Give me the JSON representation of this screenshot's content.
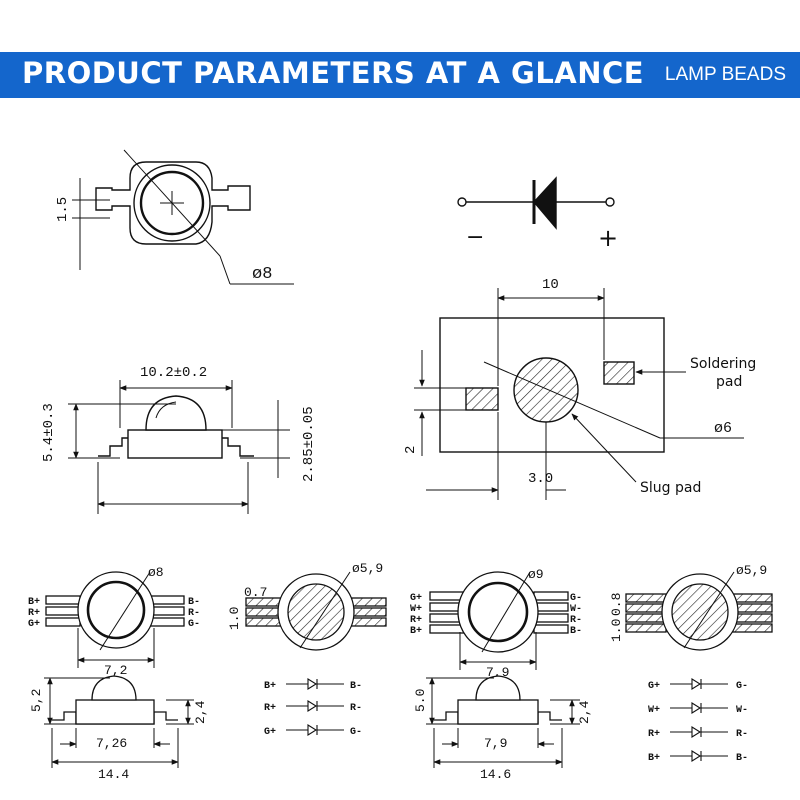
{
  "banner": {
    "title": "PRODUCT PARAMETERS AT A GLANCE",
    "subtitle": "LAMP BEADS",
    "color": "#1466cc"
  },
  "top_view": {
    "dim_height": "1.5",
    "dim_diameter": "ø8"
  },
  "symbol": {
    "minus": "−",
    "plus": "+"
  },
  "side_view": {
    "dim_width": "10.2±0.2",
    "dim_height": "5.4±0.3",
    "dim_lens": "2.85±0.05"
  },
  "pcb": {
    "dim_top": "10",
    "dim_left": "2",
    "dim_bottom": "3.0",
    "dim_diameter": "ø6",
    "soldering_line1": "Soldering",
    "soldering_line2": "pad",
    "slug_label": "Slug pad"
  },
  "rgb": {
    "front_diameter": "ø8",
    "front_width": "7,2",
    "back_diameter": "ø5,9",
    "back_dim_a": "0.7",
    "back_dim_b": "1.0",
    "side_height": "5,2",
    "side_lens": "2,4",
    "side_inner": "7,26",
    "side_outer": "14.4",
    "pins_left": [
      "B+",
      "R+",
      "G+"
    ],
    "pins_right": [
      "B-",
      "R-",
      "G-"
    ],
    "schematic_left": [
      "B+",
      "R+",
      "G+"
    ],
    "schematic_right": [
      "B-",
      "R-",
      "G-"
    ]
  },
  "rgbw": {
    "front_diameter": "ø9",
    "front_width": "7,9",
    "back_diameter": "ø5,9",
    "back_dim_a": "0.8",
    "back_dim_b": "1.0",
    "side_height": "5.0",
    "side_lens": "2,4",
    "side_inner": "7,9",
    "side_outer": "14.6",
    "pins_left": [
      "G+",
      "W+",
      "R+",
      "B+"
    ],
    "pins_right": [
      "G-",
      "W-",
      "R-",
      "B-"
    ],
    "schematic_left": [
      "G+",
      "W+",
      "R+",
      "B+"
    ],
    "schematic_right": [
      "G-",
      "W-",
      "R-",
      "B-"
    ]
  }
}
